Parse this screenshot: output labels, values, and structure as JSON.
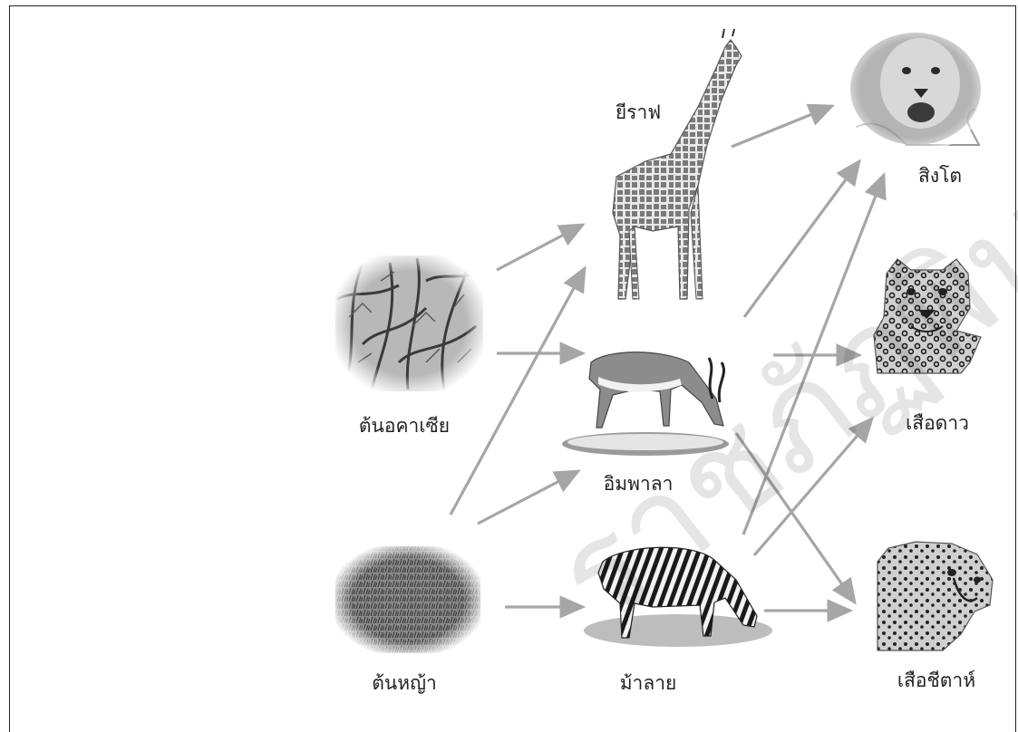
{
  "organisms": {
    "acacia": "ต้นอคาเซีย",
    "grass": "ต้นหญ้า",
    "giraffe": "ยีราฟ",
    "impala": "อิมพาลา",
    "zebra": "ม้าลาย",
    "lion": "สิงโต",
    "leopard": "เสือดาว",
    "cheetah": "เสือชีตาห์"
  },
  "watermark": "ราชภัฏพิบูลสงคราม",
  "colors": {
    "arrow": "#a6a6a6",
    "frame": "#222222"
  },
  "icons": {
    "acacia": "tree-branches-icon",
    "grass": "grass-patch-icon",
    "giraffe": "giraffe-icon",
    "impala": "impala-icon",
    "zebra": "zebra-icon",
    "lion": "lion-icon",
    "leopard": "leopard-icon",
    "cheetah": "cheetah-icon"
  }
}
